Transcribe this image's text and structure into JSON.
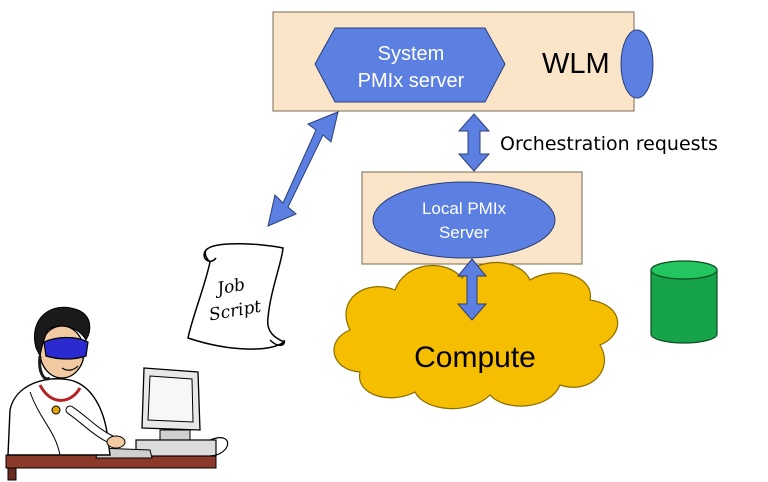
{
  "diagram": {
    "wlm_label": "WLM",
    "system_server": {
      "line1": "System",
      "line2": "PMIx server"
    },
    "local_server": {
      "line1": "Local PMIx",
      "line2": "Server"
    },
    "orchestration_label": "Orchestration requests",
    "compute_label": "Compute",
    "job_script": {
      "line1": "Job",
      "line2": "Script"
    }
  },
  "colors": {
    "box_fill": "#fbe5c8",
    "node_fill": "#5b80e1",
    "arrow_fill": "#5b80e1",
    "cloud_fill": "#f6be00",
    "storage_fill": "#16a34a",
    "text_dark": "#000000",
    "text_light": "#ffffff"
  },
  "icons": {
    "user": "person-at-computer-icon",
    "storage": "database-cylinder-icon",
    "script": "scroll-icon"
  }
}
